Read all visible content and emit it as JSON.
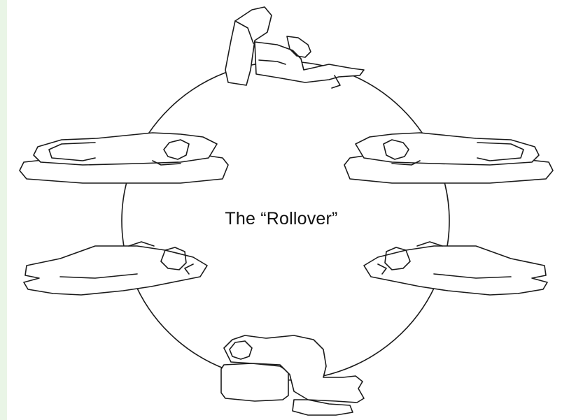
{
  "diagram": {
    "title": "The “Rollover”",
    "positions": [
      {
        "id": "top",
        "icon": "person-sitting-up-icon"
      },
      {
        "id": "upper-right",
        "icon": "person-lying-on-back-icon"
      },
      {
        "id": "lower-right",
        "icon": "person-lying-on-side-icon"
      },
      {
        "id": "bottom",
        "icon": "person-kneeling-forward-icon"
      },
      {
        "id": "lower-left",
        "icon": "person-lying-on-side-icon"
      },
      {
        "id": "upper-left",
        "icon": "person-lying-on-back-icon"
      }
    ],
    "colors": {
      "line": "#1a1a1a",
      "background": "#ffffff",
      "edge_strip": "#e9f5e6"
    }
  }
}
